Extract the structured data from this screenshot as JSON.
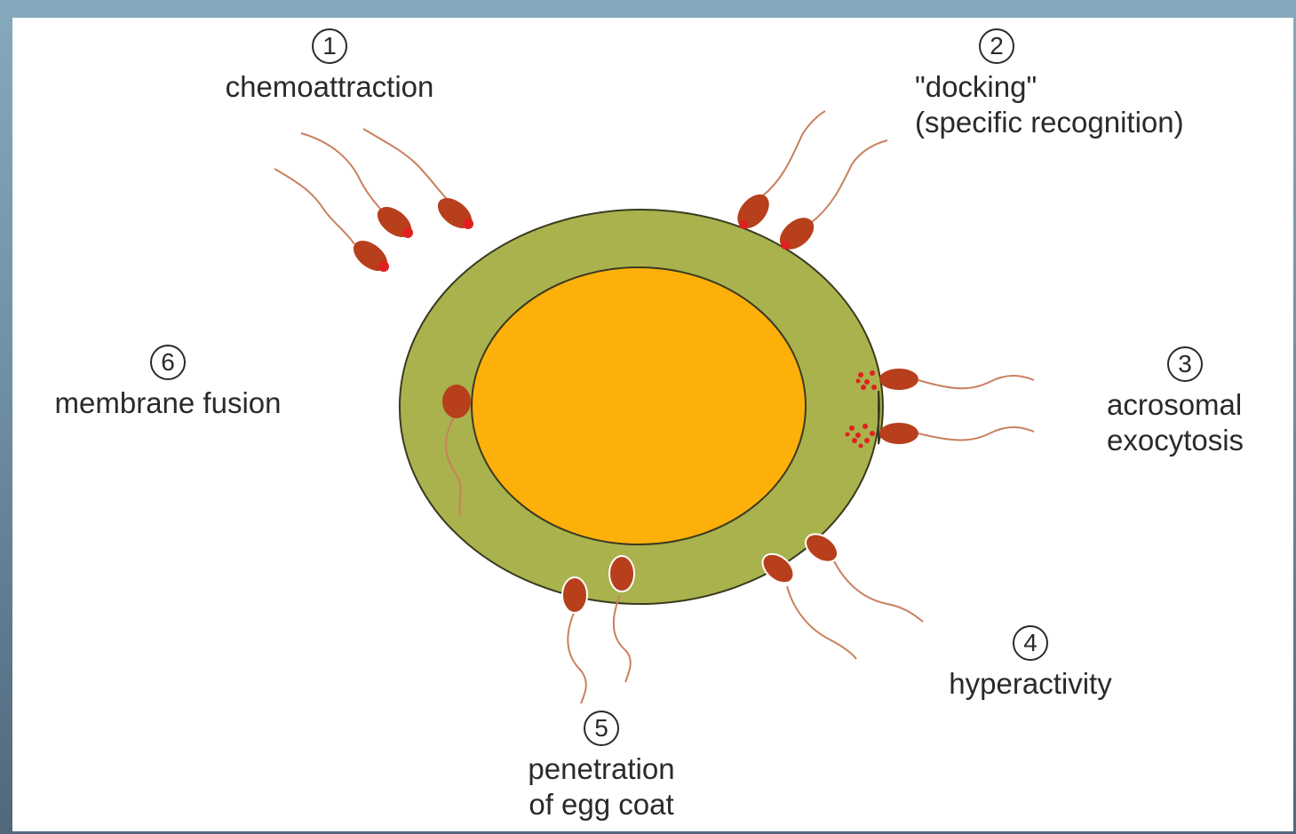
{
  "steps": [
    {
      "num": "1",
      "lines": [
        "chemoattraction"
      ]
    },
    {
      "num": "2",
      "lines": [
        "\"docking\"",
        "(specific recognition)"
      ]
    },
    {
      "num": "3",
      "lines": [
        "acrosomal",
        "exocytosis"
      ]
    },
    {
      "num": "4",
      "lines": [
        "hyperactivity"
      ]
    },
    {
      "num": "5",
      "lines": [
        "penetration",
        "of egg coat"
      ]
    },
    {
      "num": "6",
      "lines": [
        "membrane fusion"
      ]
    }
  ],
  "colors": {
    "egg_coat": "#a9b24d",
    "egg_cytoplasm": "#fdb009",
    "sperm_head": "#b73f1b",
    "acrosome": "#e02020",
    "tail": "#c9805e",
    "outline": "#3a3a20"
  }
}
